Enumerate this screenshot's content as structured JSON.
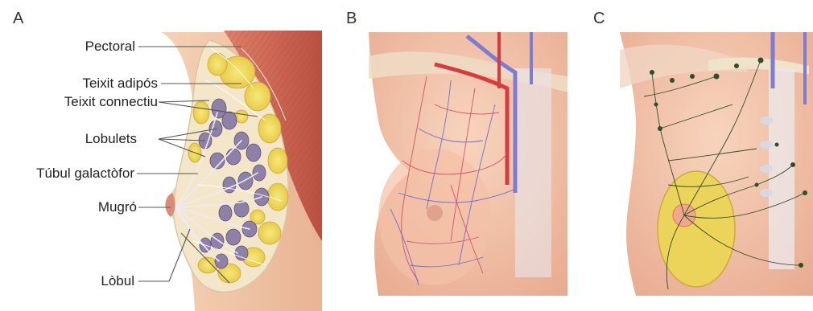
{
  "panels": {
    "a": {
      "letter": "A"
    },
    "b": {
      "letter": "B"
    },
    "c": {
      "letter": "C"
    }
  },
  "labels": {
    "pectoral": "Pectoral",
    "adipose": "Teixit adipós",
    "connective": "Teixit connectiu",
    "lobules": "Lobulets",
    "duct": "Túbul galactòfor",
    "nipple": "Mugró",
    "lobe": "Lòbul"
  },
  "colors": {
    "skin": "#f2c4a4",
    "skin_dark": "#e3a98a",
    "fat": "#f1dc5e",
    "lobule": "#8e7fa6",
    "muscle": "#c8604c",
    "artery": "#d83b3b",
    "vein": "#7d7cd4",
    "lymph": "#2e4d2c",
    "leader": "#555555"
  }
}
